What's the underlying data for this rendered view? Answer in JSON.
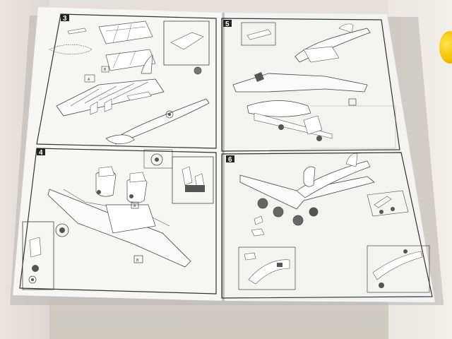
{
  "scene": {
    "subject": "open-model-kit-instruction-booklet",
    "colors": {
      "background": "#ddd8d3",
      "paper": "#f6f6f4",
      "ink": "#3a3a3a",
      "panel_tab": "#222222",
      "accent_object": "#f3c400"
    }
  },
  "panels": [
    {
      "number": "3"
    },
    {
      "number": "4"
    },
    {
      "number": "5"
    },
    {
      "number": "6"
    }
  ],
  "callouts": {
    "letters": [
      "A",
      "B"
    ],
    "markers": [
      "B",
      "A"
    ]
  }
}
